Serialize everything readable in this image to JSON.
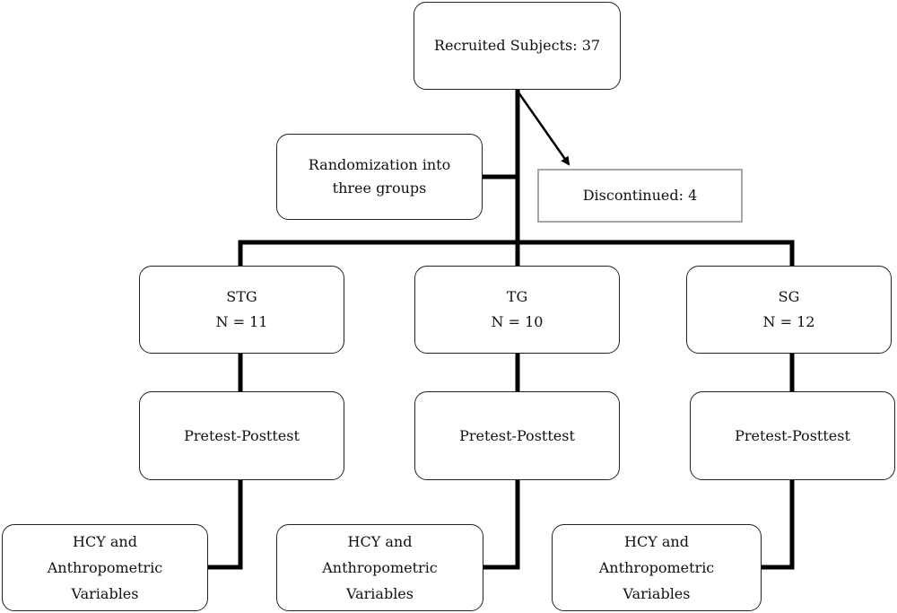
{
  "diagram": {
    "recruited": "Recruited Subjects: 37",
    "randomization": [
      "Randomization into",
      "three groups"
    ],
    "discontinued": "Discontinued: 4",
    "groups": [
      {
        "name": "STG",
        "n": "N = 11",
        "test": "Pretest-Posttest",
        "measures": [
          "HCY and",
          "Anthropometric",
          "Variables"
        ]
      },
      {
        "name": "TG",
        "n": "N = 10",
        "test": "Pretest-Posttest",
        "measures": [
          "HCY and",
          "Anthropometric",
          "Variables"
        ]
      },
      {
        "name": "SG",
        "n": "N = 12",
        "test": "Pretest-Posttest",
        "measures": [
          "HCY and",
          "Anthropometric",
          "Variables"
        ]
      }
    ]
  }
}
